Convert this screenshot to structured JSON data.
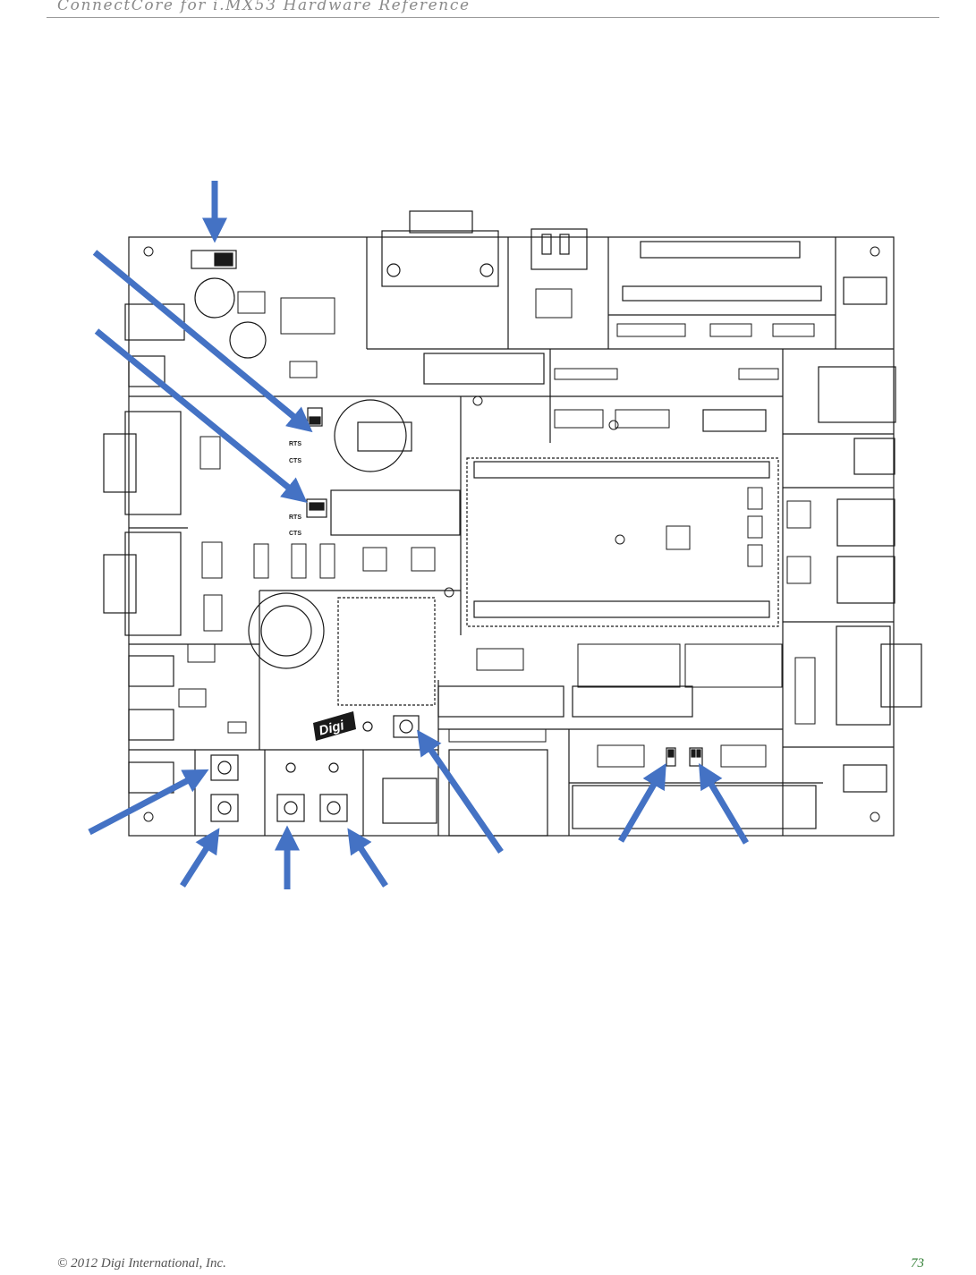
{
  "header": {
    "title": "ConnectCore for i.MX53 Hardware Reference"
  },
  "figure": {
    "silkscreen_labels": [
      "RTS",
      "CTS",
      "RTS",
      "CTS"
    ],
    "logo_text": "Digi",
    "arrow_color": "#4472c4",
    "board_outline_color": "#1a1a1a"
  },
  "footer": {
    "copyright": "© 2012 Digi International, Inc.",
    "page_number": "73"
  }
}
